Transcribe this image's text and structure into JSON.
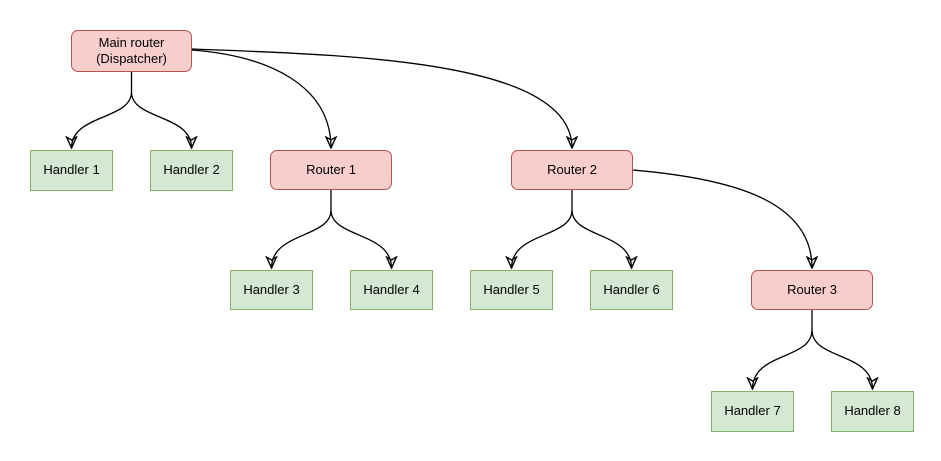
{
  "diagram": {
    "type": "flowchart",
    "background_color": "#ffffff",
    "colors": {
      "router_fill": "#f8cecc",
      "router_border": "#b85450",
      "handler_fill": "#d5e8d4",
      "handler_border": "#82b366",
      "edge": "#000000",
      "text": "#000000"
    },
    "nodes": {
      "main": {
        "label": "Main router (Dispatcher)",
        "kind": "router"
      },
      "h1": {
        "label": "Handler 1",
        "kind": "handler"
      },
      "h2": {
        "label": "Handler 2",
        "kind": "handler"
      },
      "r1": {
        "label": "Router 1",
        "kind": "router"
      },
      "r2": {
        "label": "Router 2",
        "kind": "router"
      },
      "h3": {
        "label": "Handler 3",
        "kind": "handler"
      },
      "h4": {
        "label": "Handler 4",
        "kind": "handler"
      },
      "h5": {
        "label": "Handler 5",
        "kind": "handler"
      },
      "h6": {
        "label": "Handler 6",
        "kind": "handler"
      },
      "r3": {
        "label": "Router 3",
        "kind": "router"
      },
      "h7": {
        "label": "Handler 7",
        "kind": "handler"
      },
      "h8": {
        "label": "Handler 8",
        "kind": "handler"
      }
    },
    "edges": [
      {
        "from": "Main router (Dispatcher)",
        "to": "Handler 1"
      },
      {
        "from": "Main router (Dispatcher)",
        "to": "Handler 2"
      },
      {
        "from": "Main router (Dispatcher)",
        "to": "Router 1"
      },
      {
        "from": "Main router (Dispatcher)",
        "to": "Router 2"
      },
      {
        "from": "Router 1",
        "to": "Handler 3"
      },
      {
        "from": "Router 1",
        "to": "Handler 4"
      },
      {
        "from": "Router 2",
        "to": "Handler 5"
      },
      {
        "from": "Router 2",
        "to": "Handler 6"
      },
      {
        "from": "Router 2",
        "to": "Router 3"
      },
      {
        "from": "Router 3",
        "to": "Handler 7"
      },
      {
        "from": "Router 3",
        "to": "Handler 8"
      }
    ]
  }
}
